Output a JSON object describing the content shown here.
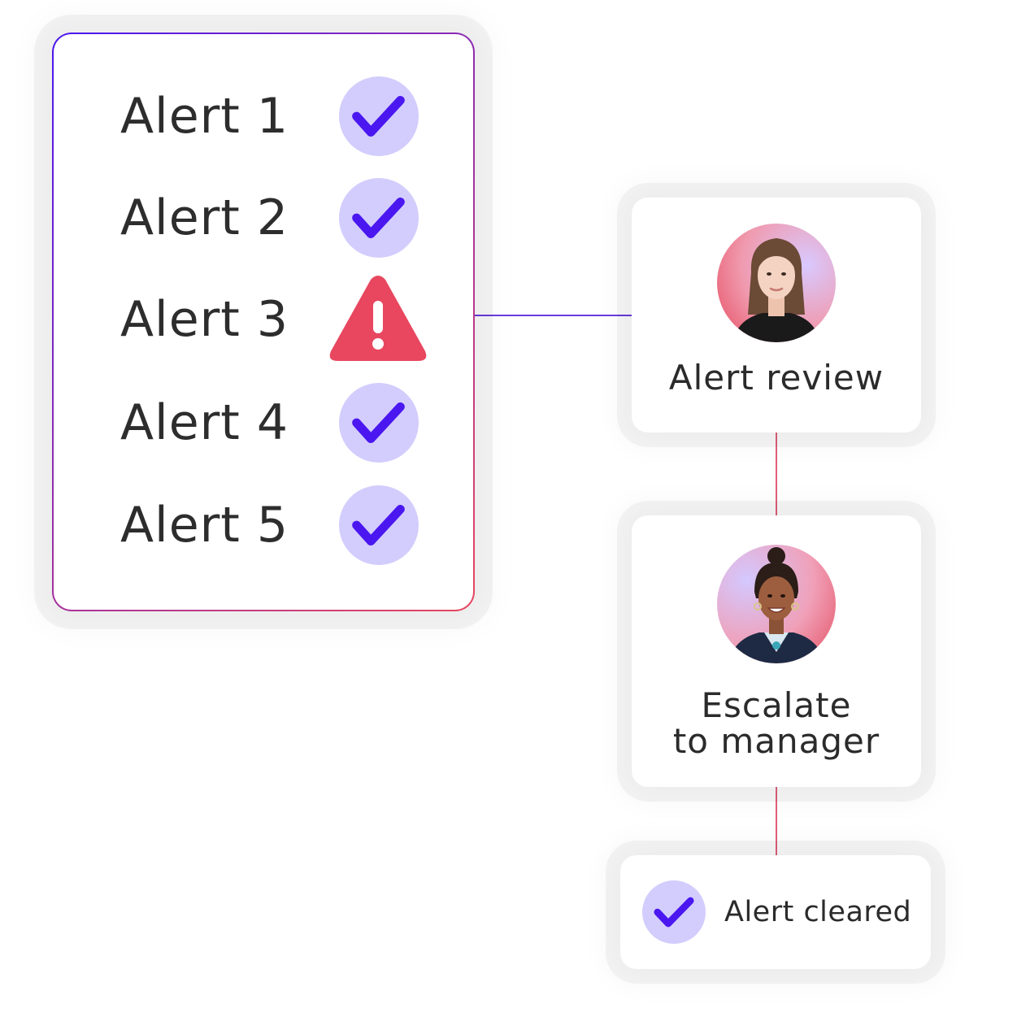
{
  "alerts": [
    {
      "label": "Alert 1",
      "status": "check-icon"
    },
    {
      "label": "Alert 2",
      "status": "check-icon"
    },
    {
      "label": "Alert 3",
      "status": "warning-icon"
    },
    {
      "label": "Alert 4",
      "status": "check-icon"
    },
    {
      "label": "Alert 5",
      "status": "check-icon"
    }
  ],
  "flow": {
    "review": {
      "title": "Alert review",
      "avatar": "analyst-avatar"
    },
    "escalate": {
      "title_line1": "Escalate",
      "title_line2": "to manager",
      "avatar": "manager-avatar"
    },
    "cleared": {
      "label": "Alert cleared",
      "icon": "check-icon"
    }
  },
  "colors": {
    "accent_purple": "#4a17f0",
    "badge_lavender": "#d3cdfd",
    "warning_red": "#e8475f",
    "connector_line": "#e06a82"
  }
}
